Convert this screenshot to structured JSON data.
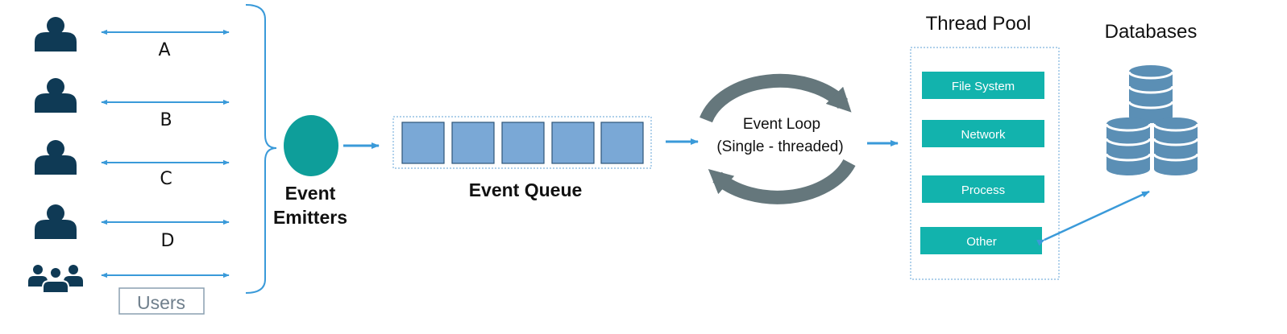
{
  "users": {
    "connections": [
      {
        "label": "A"
      },
      {
        "label": "B"
      },
      {
        "label": "C"
      },
      {
        "label": "D"
      },
      {
        "label": ""
      }
    ],
    "group_label": "Users"
  },
  "emitters": {
    "label_line1": "Event",
    "label_line2": "Emitters"
  },
  "queue": {
    "slot_count": 5,
    "label": "Event Queue"
  },
  "event_loop": {
    "label_line1": "Event Loop",
    "label_line2": "(Single - threaded)"
  },
  "thread_pool": {
    "title": "Thread Pool",
    "workers": [
      {
        "label": "File System"
      },
      {
        "label": "Network"
      },
      {
        "label": "Process"
      },
      {
        "label": "Other"
      }
    ]
  },
  "databases": {
    "title": "Databases"
  },
  "colors": {
    "user_icon": "#0f3a55",
    "arrow": "#3a9ad9",
    "emitter": "#0e9e9a",
    "queue_slot": "#7aa8d6",
    "loop_arrow": "#65777c",
    "worker_box": "#12b3ad",
    "database": "#5b8fb5"
  }
}
